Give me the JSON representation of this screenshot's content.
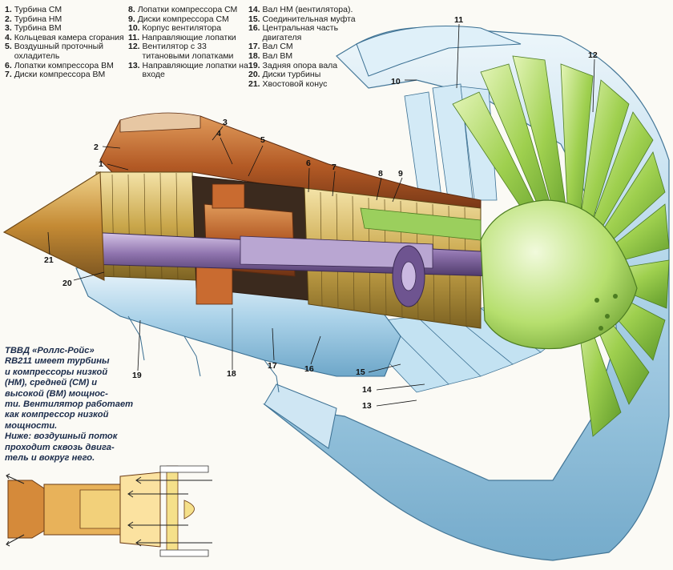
{
  "legend": {
    "col1": [
      {
        "num": "1.",
        "text": "Турбина СМ"
      },
      {
        "num": "2.",
        "text": "Турбина НМ"
      },
      {
        "num": "3.",
        "text": "Турбина ВМ"
      },
      {
        "num": "4.",
        "text": "Кольцевая камера сгорания"
      },
      {
        "num": "5.",
        "text": "Воздушный проточный охладитель"
      },
      {
        "num": "6.",
        "text": "Лопатки компрессора ВМ"
      },
      {
        "num": "7.",
        "text": "Диски компрессора ВМ"
      }
    ],
    "col2": [
      {
        "num": "8.",
        "text": "Лопатки компрессора СМ"
      },
      {
        "num": "9.",
        "text": "Диски компрессора СМ"
      },
      {
        "num": "10.",
        "text": "Корпус вентилятора"
      },
      {
        "num": "11.",
        "text": "Направляющие лопатки"
      },
      {
        "num": "12.",
        "text": "Вентилятор с 33 титановыми лопатками"
      },
      {
        "num": "13.",
        "text": "Направляющие лопатки на входе"
      }
    ],
    "col3": [
      {
        "num": "14.",
        "text": "Вал НМ (вентилятора)."
      },
      {
        "num": "15.",
        "text": "Соединительная муфта"
      },
      {
        "num": "16.",
        "text": "Центральная часть двигателя"
      },
      {
        "num": "17.",
        "text": "Вал СМ"
      },
      {
        "num": "18.",
        "text": "Вал ВМ"
      },
      {
        "num": "19.",
        "text": "Задняя опора вала"
      },
      {
        "num": "20.",
        "text": "Диски турбины"
      },
      {
        "num": "21.",
        "text": "Хвостовой конус"
      }
    ]
  },
  "caption": {
    "lines": [
      "ТВВД «Роллс-Ройс»",
      "RB211 имеет турбины",
      "и компрессоры низкой",
      "(НМ), средней (СМ) и",
      "высокой (ВМ) мощнос-",
      "ти. Вентилятор работает",
      "как компрессор низкой",
      "мощности.",
      "Ниже: воздушный поток",
      "проходит сквозь двига-",
      "тель и вокруг него."
    ]
  },
  "callouts": [
    "1",
    "2",
    "3",
    "4",
    "5",
    "6",
    "7",
    "8",
    "9",
    "10",
    "11",
    "12",
    "13",
    "14",
    "15",
    "16",
    "17",
    "18",
    "19",
    "20",
    "21"
  ],
  "colors": {
    "fan_green": "#a8d45a",
    "casing_blue": "#b8dcef",
    "combustor_orange": "#c8743a",
    "cone_gold": "#d7a24a",
    "shaft_purple": "#8a6fa8",
    "hot_copper": "#b85c2c"
  }
}
